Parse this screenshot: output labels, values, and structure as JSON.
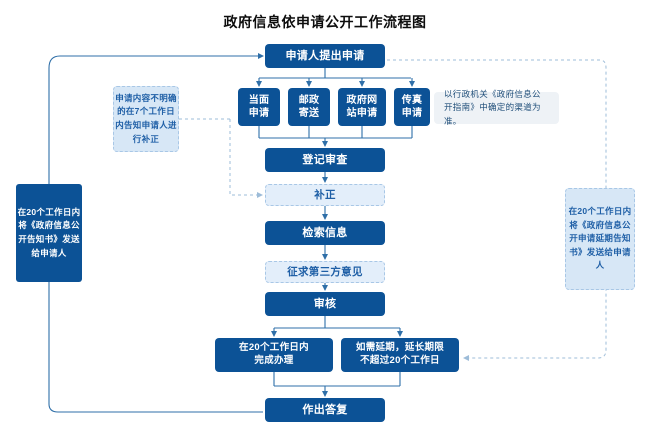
{
  "title": "政府信息依申请公开工作流程图",
  "colors": {
    "dark_blue": "#0c5296",
    "light_blue_fill": "#e3eefa",
    "light_blue_text": "#1f5fa6",
    "note_gray_fill": "#eef2f6",
    "note_blue_fill": "#d7e7f6",
    "connector": "#2f6fa8",
    "background": "#ffffff"
  },
  "flow": {
    "apply": "申请人提出申请",
    "methods": [
      {
        "label": "当面\n申请"
      },
      {
        "label": "邮政\n寄送"
      },
      {
        "label": "政府网\n站申请"
      },
      {
        "label": "传真\n申请"
      }
    ],
    "register": "登记审查",
    "supplement": "补正",
    "search": "检索信息",
    "third_party": "征求第三方意见",
    "review": "审核",
    "finish_in_time": "在20个工作日内\n完成办理",
    "extend": "如需延期，延长期限\n不超过20个工作日",
    "reply": "作出答复"
  },
  "notes": {
    "guide_channel": "以行政机关《政府信息公开指南》中确定的渠道为准。",
    "unclear_content": "申请内容不明确的在7个工作日内告知申请人进行补正",
    "side_left": "在20个工作日内将《政府信息公开告知书》发送给申请人",
    "side_right": "在20个工作日内将《政府信息公开申请延期告知书》发送给申请人"
  }
}
